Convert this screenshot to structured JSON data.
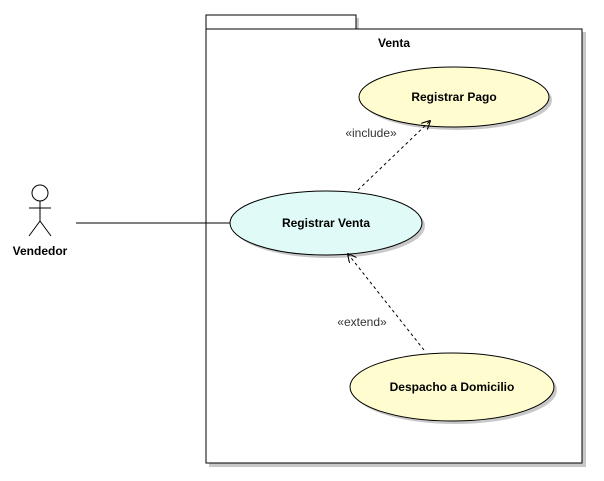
{
  "diagram": {
    "package": {
      "name": "Venta"
    },
    "actor": {
      "name": "Vendedor"
    },
    "use_cases": {
      "registrar_venta": {
        "label": "Registrar Venta",
        "fill": "#e0fbf7"
      },
      "registrar_pago": {
        "label": "Registrar Pago",
        "fill": "#fffdd0"
      },
      "despacho": {
        "label": "Despacho a Domicilio",
        "fill": "#fffdd0"
      }
    },
    "relations": {
      "include": {
        "label": "«include»"
      },
      "extend": {
        "label": "«extend»"
      }
    },
    "colors": {
      "stroke": "#000000",
      "shadow": "#c8c8c8",
      "background": "#ffffff"
    }
  }
}
